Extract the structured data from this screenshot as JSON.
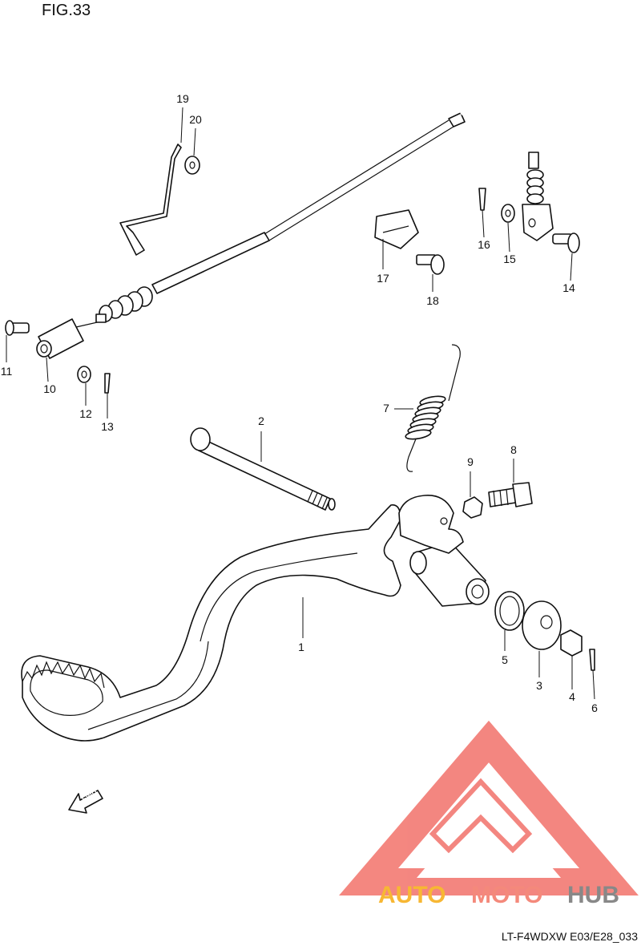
{
  "figure": {
    "title": "FIG.33",
    "code": "LT-F4WDXW E03/E28_033"
  },
  "watermark": {
    "part1": "AUTO",
    "part2": "MOTO",
    "part3": "HUB",
    "color_part1": "#f7b733",
    "color_part2": "#f4897b",
    "color_part3": "#888888",
    "logo_color": "#f2726a"
  },
  "fwd_arrow": {
    "label": "FWD"
  },
  "callouts": [
    "1",
    "2",
    "3",
    "4",
    "5",
    "6",
    "7",
    "8",
    "9",
    "10",
    "11",
    "12",
    "13",
    "14",
    "15",
    "16",
    "17",
    "18",
    "19",
    "20"
  ]
}
